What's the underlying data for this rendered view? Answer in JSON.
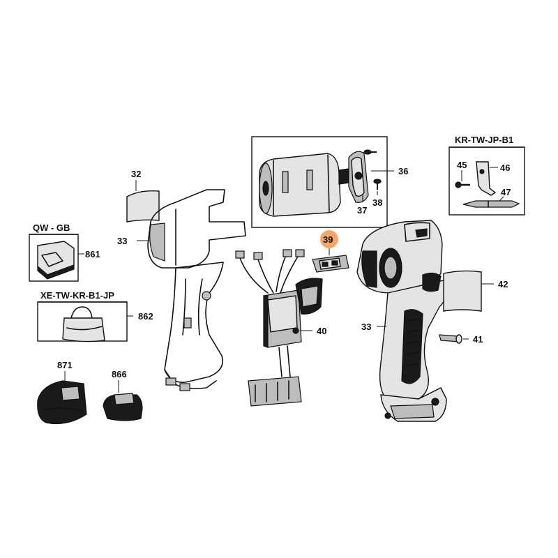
{
  "highlight_color": "#f5a76b",
  "callouts": {
    "c32": "32",
    "c33a": "33",
    "c36": "36",
    "c37": "37",
    "c38": "38",
    "c39": "39",
    "c40": "40",
    "c33b": "33",
    "c42": "42",
    "c41": "41",
    "c45": "45",
    "c46": "46",
    "c47": "47",
    "c861": "861",
    "c862": "862",
    "c871": "871",
    "c866": "866"
  },
  "boxes": {
    "qw": "QW - GB",
    "xe": "XE-TW-KR-B1-JP",
    "kr": "KR-TW-JP-B1"
  },
  "highlighted_part": "39"
}
